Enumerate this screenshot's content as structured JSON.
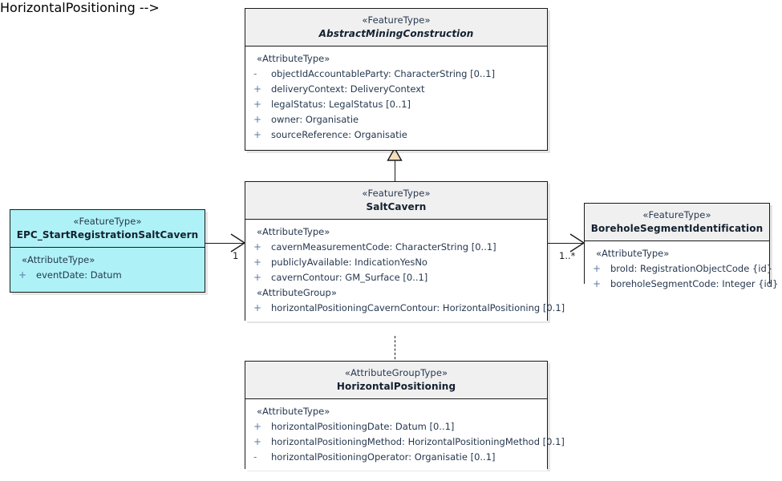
{
  "diagram": {
    "type": "uml-class-diagram",
    "background": "#ffffff",
    "colors": {
      "header_fill": "#f0f0f0",
      "body_fill": "#ffffff",
      "highlight_fill": "#aef2f7",
      "border": "#1a1a1a",
      "text": "#27384f",
      "visibility_marker": "#5b7ba0",
      "generalization_arrow_fill": "#f5debd"
    }
  },
  "classes": {
    "abstract_mining_construction": {
      "stereotype": "«FeatureType»",
      "name": "AbstractMiningConstruction",
      "italic": true,
      "groups": [
        {
          "label": "«AttributeType»",
          "attributes": [
            {
              "visibility": "-",
              "text": "objectIdAccountableParty: CharacterString [0..1]"
            },
            {
              "visibility": "+",
              "text": "deliveryContext: DeliveryContext"
            },
            {
              "visibility": "+",
              "text": "legalStatus: LegalStatus [0..1]"
            },
            {
              "visibility": "+",
              "text": "owner: Organisatie"
            },
            {
              "visibility": "+",
              "text": "sourceReference: Organisatie"
            }
          ]
        }
      ]
    },
    "salt_cavern": {
      "stereotype": "«FeatureType»",
      "name": "SaltCavern",
      "italic": false,
      "groups": [
        {
          "label": "«AttributeType»",
          "attributes": [
            {
              "visibility": "+",
              "text": "cavernMeasurementCode: CharacterString [0..1]"
            },
            {
              "visibility": "+",
              "text": "publiclyAvailable: IndicationYesNo"
            },
            {
              "visibility": "+",
              "text": "cavernContour: GM_Surface [0..1]"
            }
          ]
        },
        {
          "label": "«AttributeGroup»",
          "attributes": [
            {
              "visibility": "+",
              "text": "horizontalPositioningCavernContour: HorizontalPositioning [0.1]"
            }
          ]
        }
      ]
    },
    "epc_start_registration_salt_cavern": {
      "stereotype": "«FeatureType»",
      "name": "EPC_StartRegistrationSaltCavern",
      "italic": false,
      "groups": [
        {
          "label": "«AttributeType»",
          "attributes": [
            {
              "visibility": "+",
              "text": "eventDate: Datum"
            }
          ]
        }
      ]
    },
    "borehole_segment_identification": {
      "stereotype": "«FeatureType»",
      "name": "BoreholeSegmentIdentification",
      "italic": false,
      "groups": [
        {
          "label": "«AttributeType»",
          "attributes": [
            {
              "visibility": "+",
              "text": "broId: RegistrationObjectCode {id}"
            },
            {
              "visibility": "+",
              "text": "boreholeSegmentCode: Integer {id}"
            }
          ]
        }
      ]
    },
    "horizontal_positioning": {
      "stereotype": "«AttributeGroupType»",
      "name": "HorizontalPositioning",
      "italic": false,
      "groups": [
        {
          "label": "«AttributeType»",
          "attributes": [
            {
              "visibility": "+",
              "text": "horizontalPositioningDate: Datum [0..1]"
            },
            {
              "visibility": "+",
              "text": "horizontalPositioningMethod: HorizontalPositioningMethod [0.1]"
            },
            {
              "visibility": "-",
              "text": "horizontalPositioningOperator: Organisatie [0..1]"
            }
          ]
        }
      ]
    }
  },
  "relationships": {
    "generalization": {
      "kind": "generalization",
      "from": "SaltCavern",
      "to": "AbstractMiningConstruction"
    },
    "assoc_epc_to_cavern": {
      "kind": "association",
      "from": "EPC_StartRegistrationSaltCavern",
      "to": "SaltCavern",
      "target_multiplicity": "1"
    },
    "assoc_cavern_to_borehole": {
      "kind": "association",
      "from": "SaltCavern",
      "to": "BoreholeSegmentIdentification",
      "target_multiplicity": "1..*"
    },
    "dependency_cavern_to_hp": {
      "kind": "dependency",
      "from": "SaltCavern",
      "to": "HorizontalPositioning"
    }
  }
}
